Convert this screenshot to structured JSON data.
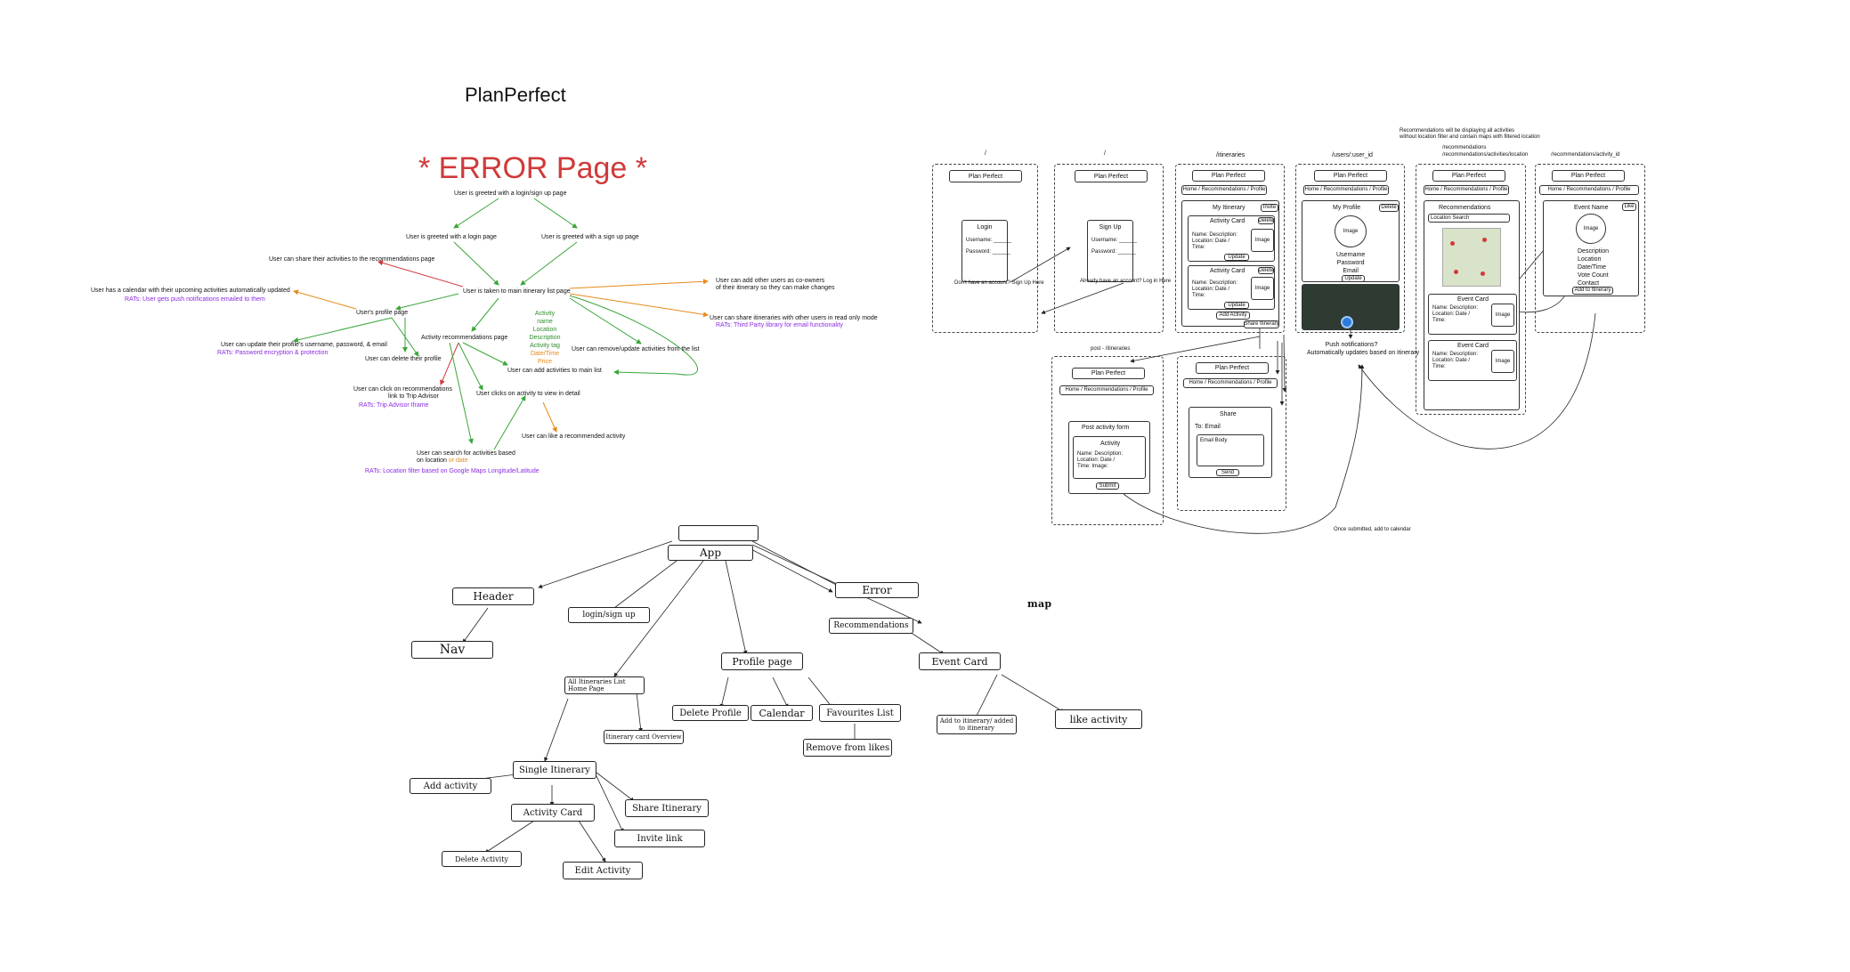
{
  "app_title": "PlanPerfect",
  "error_title": "* ERROR Page *",
  "flow": {
    "n_greeted": "User is greeted with a login/sign up page",
    "n_login": "User is greeted with a login page",
    "n_signup": "User is greeted with a sign up page",
    "n_share_rec": "User can share their activities to the recommendations page",
    "n_main": "User is taken to main itinerary list page",
    "n_coowners_1": "User can add other users as co-owners",
    "n_coowners_2": "of their itinerary so they can make changes",
    "n_calendar": "User has a calendar with their upcoming activities automatically updated",
    "n_calendar_rat": "RATs: User gets push notifications emailed to them",
    "n_share_readonly": "User can share itineraries with other users in read only mode",
    "n_share_rat": "RATs: Third Party library for email functionality",
    "n_profile": "User's profile page",
    "attrs": [
      "Activity name",
      "Location",
      "Description",
      "Activity tag",
      "Date/Time",
      "Price"
    ],
    "n_update_profile": "User can update their profile's username, password, & email",
    "n_update_rat": "RATs: Password encryption & protection",
    "n_remove": "User can remove/update activities from the list",
    "n_rec_page": "Activity recommendations page",
    "n_delete_profile": "User can delete their profile",
    "n_add_main": "User can add activities to main list",
    "n_click_rec_1": "User can click on recommendations",
    "n_click_rec_2": "link to Trip Advisor",
    "n_click_detail": "User clicks on activity to view in detail",
    "n_trip_rat": "RATs: Trip Advisor Iframe",
    "n_like": "User can like a recommended activity",
    "n_search_1": "User can search for activities based",
    "n_search_2": "on location",
    "n_search_or": "or date",
    "n_search_rat": "RATs: Location filter based on Google Maps Longitude/Latitude"
  },
  "tree": {
    "app": "App",
    "header": "Header",
    "nav": "Nav",
    "error": "Error",
    "login": "login/sign up",
    "recommendations": "Recommendations",
    "event_card": "Event Card",
    "add_to_itin": "Add to itinerary/ added to itinerary",
    "like": "like activity",
    "profile": "Profile page",
    "delete_profile": "Delete Profile",
    "calendar": "Calendar",
    "favourites": "Favourites List",
    "remove_likes": "Remove from likes",
    "all_itin": "All Itineraries List Home Page",
    "itin_overview": "Itinerary card Overview",
    "single_itin": "Single Itinerary",
    "add_activity": "Add activity",
    "share_itin": "Share Itinerary",
    "activity_card": "Activity Card",
    "invite": "Invite link",
    "delete_activity": "Delete Activity",
    "edit_activity": "Edit Activity",
    "map": "map"
  },
  "wire": {
    "route_root": "/",
    "route_itin": "/itineraries",
    "route_user": "/users/:user_id",
    "route_recs": "/recommendations",
    "route_recs_loc": "/recommendations/activities/location",
    "route_rec_act": "/recommendations/activity_id",
    "route_post": "post - /itineraries",
    "rec_note_1": "Recommendations will be displaying all activities",
    "rec_note_2": "without location filter and contain maps with filtered location",
    "brand": "Plan Perfect",
    "nav": "Home / Recommendations / Profile",
    "login_title": "Login",
    "signup_title": "Sign Up",
    "username": "Username: ______",
    "password": "Password: ______",
    "no_account": "Don't have an account? Sign Up Here",
    "have_account": "Already have an account? Log in Here",
    "my_itinerary": "My Itinerary",
    "invite": "Invite",
    "activity_card": "Activity Card",
    "delete": "Delete",
    "image": "Image",
    "card_fields": "Name: Description: Location: Date / Time:",
    "update": "Update",
    "add_activity": "Add Activity",
    "share_itinerary": "Share Itinerary",
    "my_profile": "My Profile",
    "profile_fields": [
      "Username",
      "Password",
      "Email"
    ],
    "push_note_1": "Push notifications?",
    "push_note_2": "Automatically updates based on itinerary",
    "recommendations": "Recommendations",
    "location_search": "Location Search",
    "event_card": "Event Card",
    "event_name": "Event Name",
    "like": "Like",
    "event_fields": [
      "Description",
      "Location",
      "Date/Time",
      "Vote Count",
      "Contact"
    ],
    "add_to_itinerary": "Add to Itinerary",
    "post_form": "Post activity form",
    "activity": "Activity",
    "form_fields": "Name: Description: Location: Date / Time: Image:",
    "submit": "Submit",
    "share": "Share",
    "to_email": "To:  Email",
    "email_body": "Email Body",
    "send": "Send",
    "once_submitted": "Once submitted, add to calendar"
  }
}
